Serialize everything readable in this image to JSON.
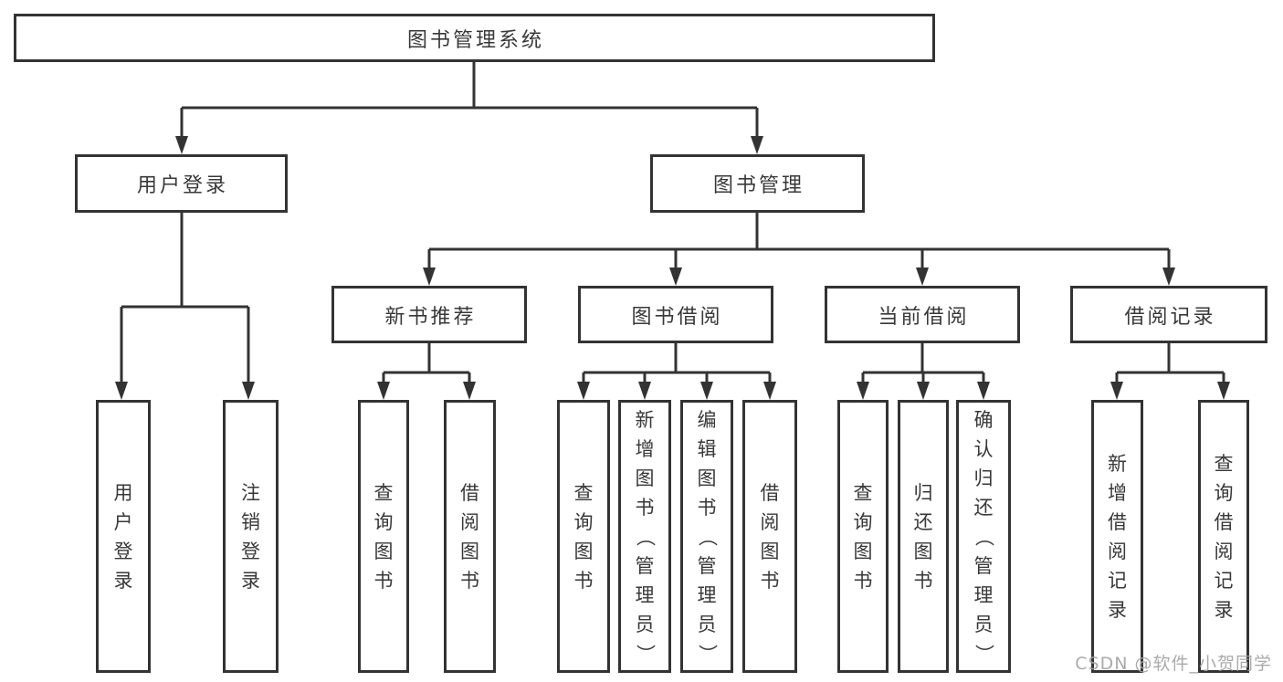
{
  "diagram": {
    "type": "hierarchy-tree",
    "tree": {
      "label": "图书管理系统",
      "children": [
        {
          "label": "用户登录",
          "children": [
            {
              "label": "用户登录"
            },
            {
              "label": "注销登录"
            }
          ]
        },
        {
          "label": "图书管理",
          "children": [
            {
              "label": "新书推荐",
              "children": [
                {
                  "label": "查询图书"
                },
                {
                  "label": "借阅图书"
                }
              ]
            },
            {
              "label": "图书借阅",
              "children": [
                {
                  "label": "查询图书"
                },
                {
                  "label": "新增图书（管理员）"
                },
                {
                  "label": "编辑图书（管理员）"
                },
                {
                  "label": "借阅图书"
                }
              ]
            },
            {
              "label": "当前借阅",
              "children": [
                {
                  "label": "查询图书"
                },
                {
                  "label": "归还图书"
                },
                {
                  "label": "确认归还（管理员）"
                }
              ]
            },
            {
              "label": "借阅记录",
              "children": [
                {
                  "label": "新增借阅记录"
                },
                {
                  "label": "查询借阅记录"
                }
              ]
            }
          ]
        }
      ]
    }
  },
  "watermark": "CSDN @软件_小贺同学",
  "colors": {
    "line": "#333333",
    "border": "#333333",
    "text": "#383838",
    "box_fill": "#ffffff",
    "background": "#ffffff",
    "watermark": "#a3a3a3"
  }
}
